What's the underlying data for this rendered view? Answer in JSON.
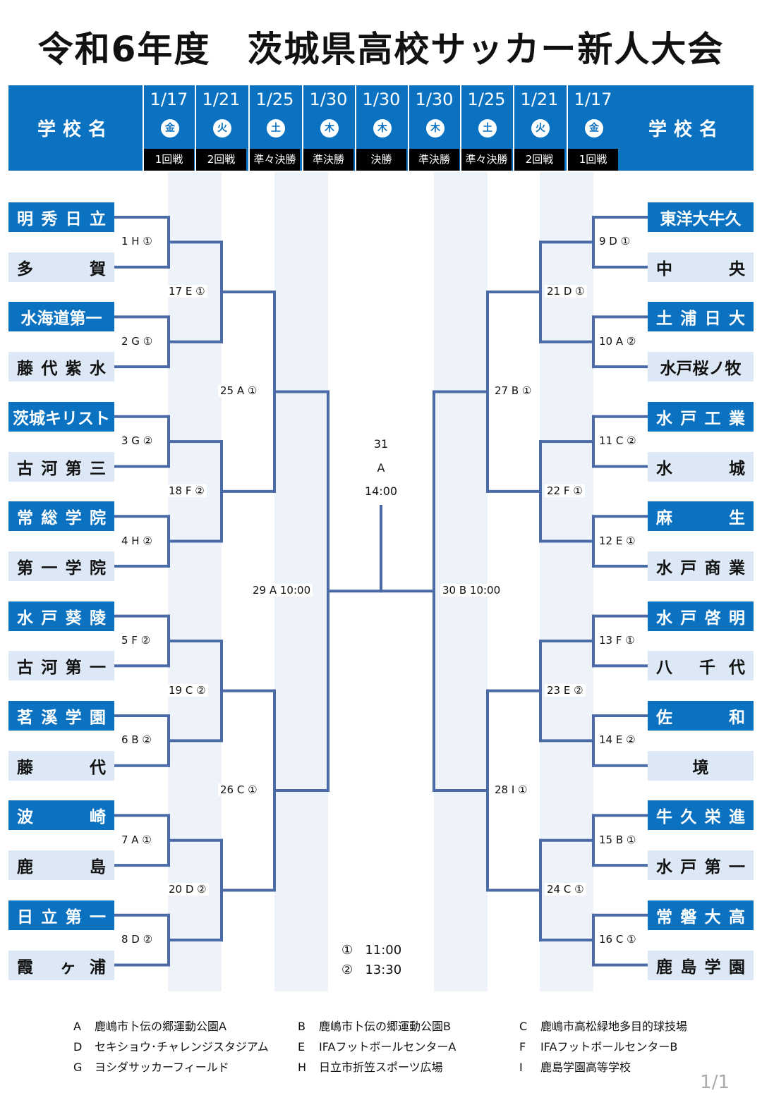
{
  "title": "令和6年度　茨城県高校サッカー新人大会",
  "header": {
    "school_label_left": "学校名",
    "school_label_right": "学校名",
    "columns": [
      {
        "date": "1/17",
        "day": "金",
        "round": "1回戦"
      },
      {
        "date": "1/21",
        "day": "火",
        "round": "2回戦"
      },
      {
        "date": "1/25",
        "day": "土",
        "round": "準々決勝"
      },
      {
        "date": "1/30",
        "day": "木",
        "round": "準決勝"
      },
      {
        "date": "1/30",
        "day": "木",
        "round": "決勝"
      },
      {
        "date": "1/30",
        "day": "木",
        "round": "準決勝"
      },
      {
        "date": "1/25",
        "day": "土",
        "round": "準々決勝"
      },
      {
        "date": "1/21",
        "day": "火",
        "round": "2回戦"
      },
      {
        "date": "1/17",
        "day": "金",
        "round": "1回戦"
      }
    ]
  },
  "teams_left": [
    {
      "a": "明",
      "b": "秀",
      "c": "日",
      "d": "立"
    },
    {
      "a": "多",
      "b": "",
      "c": "",
      "d": "賀"
    },
    {
      "a": "水海道第一",
      "b": "",
      "c": "",
      "d": ""
    },
    {
      "a": "藤",
      "b": "代",
      "c": "紫",
      "d": "水"
    },
    {
      "a": "茨城キリスト",
      "b": "",
      "c": "",
      "d": ""
    },
    {
      "a": "古",
      "b": "河",
      "c": "第",
      "d": "三"
    },
    {
      "a": "常",
      "b": "総",
      "c": "学",
      "d": "院"
    },
    {
      "a": "第",
      "b": "一",
      "c": "学",
      "d": "院"
    },
    {
      "a": "水",
      "b": "戸",
      "c": "葵",
      "d": "陵"
    },
    {
      "a": "古",
      "b": "河",
      "c": "第",
      "d": "一"
    },
    {
      "a": "茗",
      "b": "溪",
      "c": "学",
      "d": "園"
    },
    {
      "a": "藤",
      "b": "",
      "c": "",
      "d": "代"
    },
    {
      "a": "波",
      "b": "",
      "c": "",
      "d": "崎"
    },
    {
      "a": "鹿",
      "b": "",
      "c": "",
      "d": "島"
    },
    {
      "a": "日",
      "b": "立",
      "c": "第",
      "d": "一"
    },
    {
      "a": "霞",
      "b": "",
      "c": "ヶ",
      "d": "浦"
    }
  ],
  "teams_right": [
    {
      "a": "東洋大牛久",
      "b": "",
      "c": "",
      "d": ""
    },
    {
      "a": "中",
      "b": "",
      "c": "",
      "d": "央"
    },
    {
      "a": "土",
      "b": "浦",
      "c": "日",
      "d": "大"
    },
    {
      "a": "水戸桜ノ牧",
      "b": "",
      "c": "",
      "d": ""
    },
    {
      "a": "水",
      "b": "戸",
      "c": "工",
      "d": "業"
    },
    {
      "a": "水",
      "b": "",
      "c": "",
      "d": "城"
    },
    {
      "a": "麻",
      "b": "",
      "c": "",
      "d": "生"
    },
    {
      "a": "水",
      "b": "戸",
      "c": "商",
      "d": "業"
    },
    {
      "a": "水",
      "b": "戸",
      "c": "啓",
      "d": "明"
    },
    {
      "a": "八",
      "b": "",
      "c": "千",
      "d": "代"
    },
    {
      "a": "佐",
      "b": "",
      "c": "",
      "d": "和"
    },
    {
      "a": "",
      "b": "",
      "c": "境",
      "d": ""
    },
    {
      "a": "牛",
      "b": "久",
      "c": "栄",
      "d": "進"
    },
    {
      "a": "水",
      "b": "戸",
      "c": "第",
      "d": "一"
    },
    {
      "a": "常",
      "b": "磐",
      "c": "大",
      "d": "高"
    },
    {
      "a": "鹿",
      "b": "島",
      "c": "学",
      "d": "園"
    }
  ],
  "matches": {
    "m1": "1 H ①",
    "m2": "2 G ①",
    "m3": "3 G ②",
    "m4": "4 H ②",
    "m5": "5 F ②",
    "m6": "6 B ②",
    "m7": "7 A ①",
    "m8": "8 D ②",
    "m9": "9 D ①",
    "m10": "10 A ②",
    "m11": "11 C ②",
    "m12": "12 E ①",
    "m13": "13 F ①",
    "m14": "14 E ②",
    "m15": "15 B ①",
    "m16": "16 C ①",
    "m17": "17 E ①",
    "m18": "18 F ②",
    "m19": "19 C ②",
    "m20": "20 D ②",
    "m21": "21 D ①",
    "m22": "22 F ①",
    "m23": "23 E ②",
    "m24": "24 C ①",
    "m25": "25 A ①",
    "m26": "26 C ①",
    "m27": "27 B ①",
    "m28": "28 I ①",
    "m29": "29 A 10:00",
    "m30": "30 B 10:00"
  },
  "final": {
    "number": "31",
    "venue": "A",
    "time": "14:00"
  },
  "time_slots": [
    {
      "mark": "①",
      "time": "11:00"
    },
    {
      "mark": "②",
      "time": "13:30"
    }
  ],
  "venues": [
    {
      "key": "A",
      "name": "鹿嶋市卜伝の郷運動公園A"
    },
    {
      "key": "B",
      "name": "鹿嶋市卜伝の郷運動公園B"
    },
    {
      "key": "C",
      "name": "鹿嶋市高松緑地多目的球技場"
    },
    {
      "key": "D",
      "name": "セキショウ･チャレンジスタジアム"
    },
    {
      "key": "E",
      "name": "IFAフットボールセンターA"
    },
    {
      "key": "F",
      "name": "IFAフットボールセンターB"
    },
    {
      "key": "G",
      "name": "ヨシダサッカーフィールド"
    },
    {
      "key": "H",
      "name": "日立市折笠スポーツ広場"
    },
    {
      "key": "I",
      "name": "鹿島学園高等学校"
    }
  ],
  "page_number": "1/1",
  "colors": {
    "header_blue": "#0a72c0",
    "team_light": "#dce8f5",
    "line": "#4a6ba8",
    "stripe": "#eef3fa"
  }
}
